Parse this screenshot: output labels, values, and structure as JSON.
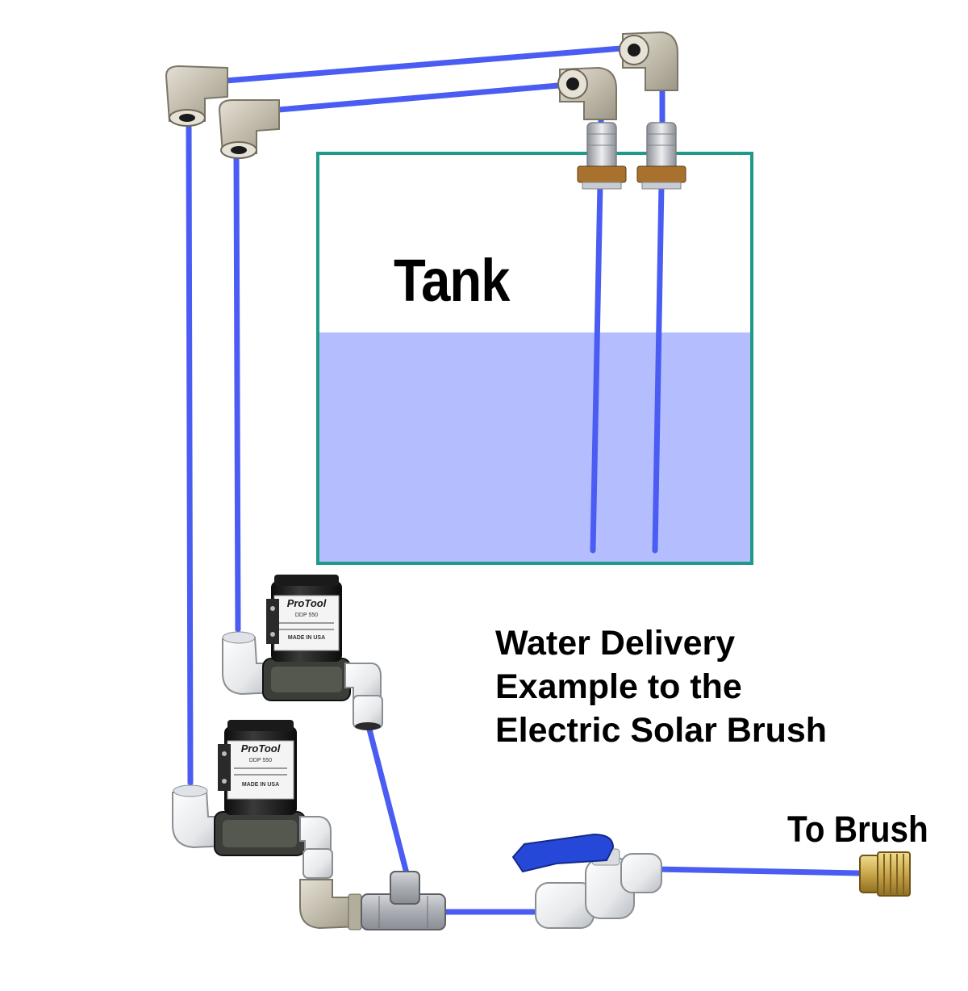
{
  "labels": {
    "tank": "Tank",
    "caption_lines": [
      "Water Delivery",
      "Example to the",
      "Electric Solar Brush"
    ],
    "outlet": "To Brush"
  },
  "pumps": [
    {
      "brand": "ProTool",
      "model": "DDP 550",
      "origin": "MADE IN USA"
    },
    {
      "brand": "ProTool",
      "model": "DDP 550",
      "origin": "MADE IN USA"
    }
  ],
  "colors": {
    "tube": "#4a5cf2",
    "tank_outline": "#1f9a88",
    "water": "#b4beff",
    "fitting": "#c7c2b4",
    "pump_body": "#1c1c1c",
    "valve_handle": "#2548d8",
    "brass": "#c9a64b"
  }
}
